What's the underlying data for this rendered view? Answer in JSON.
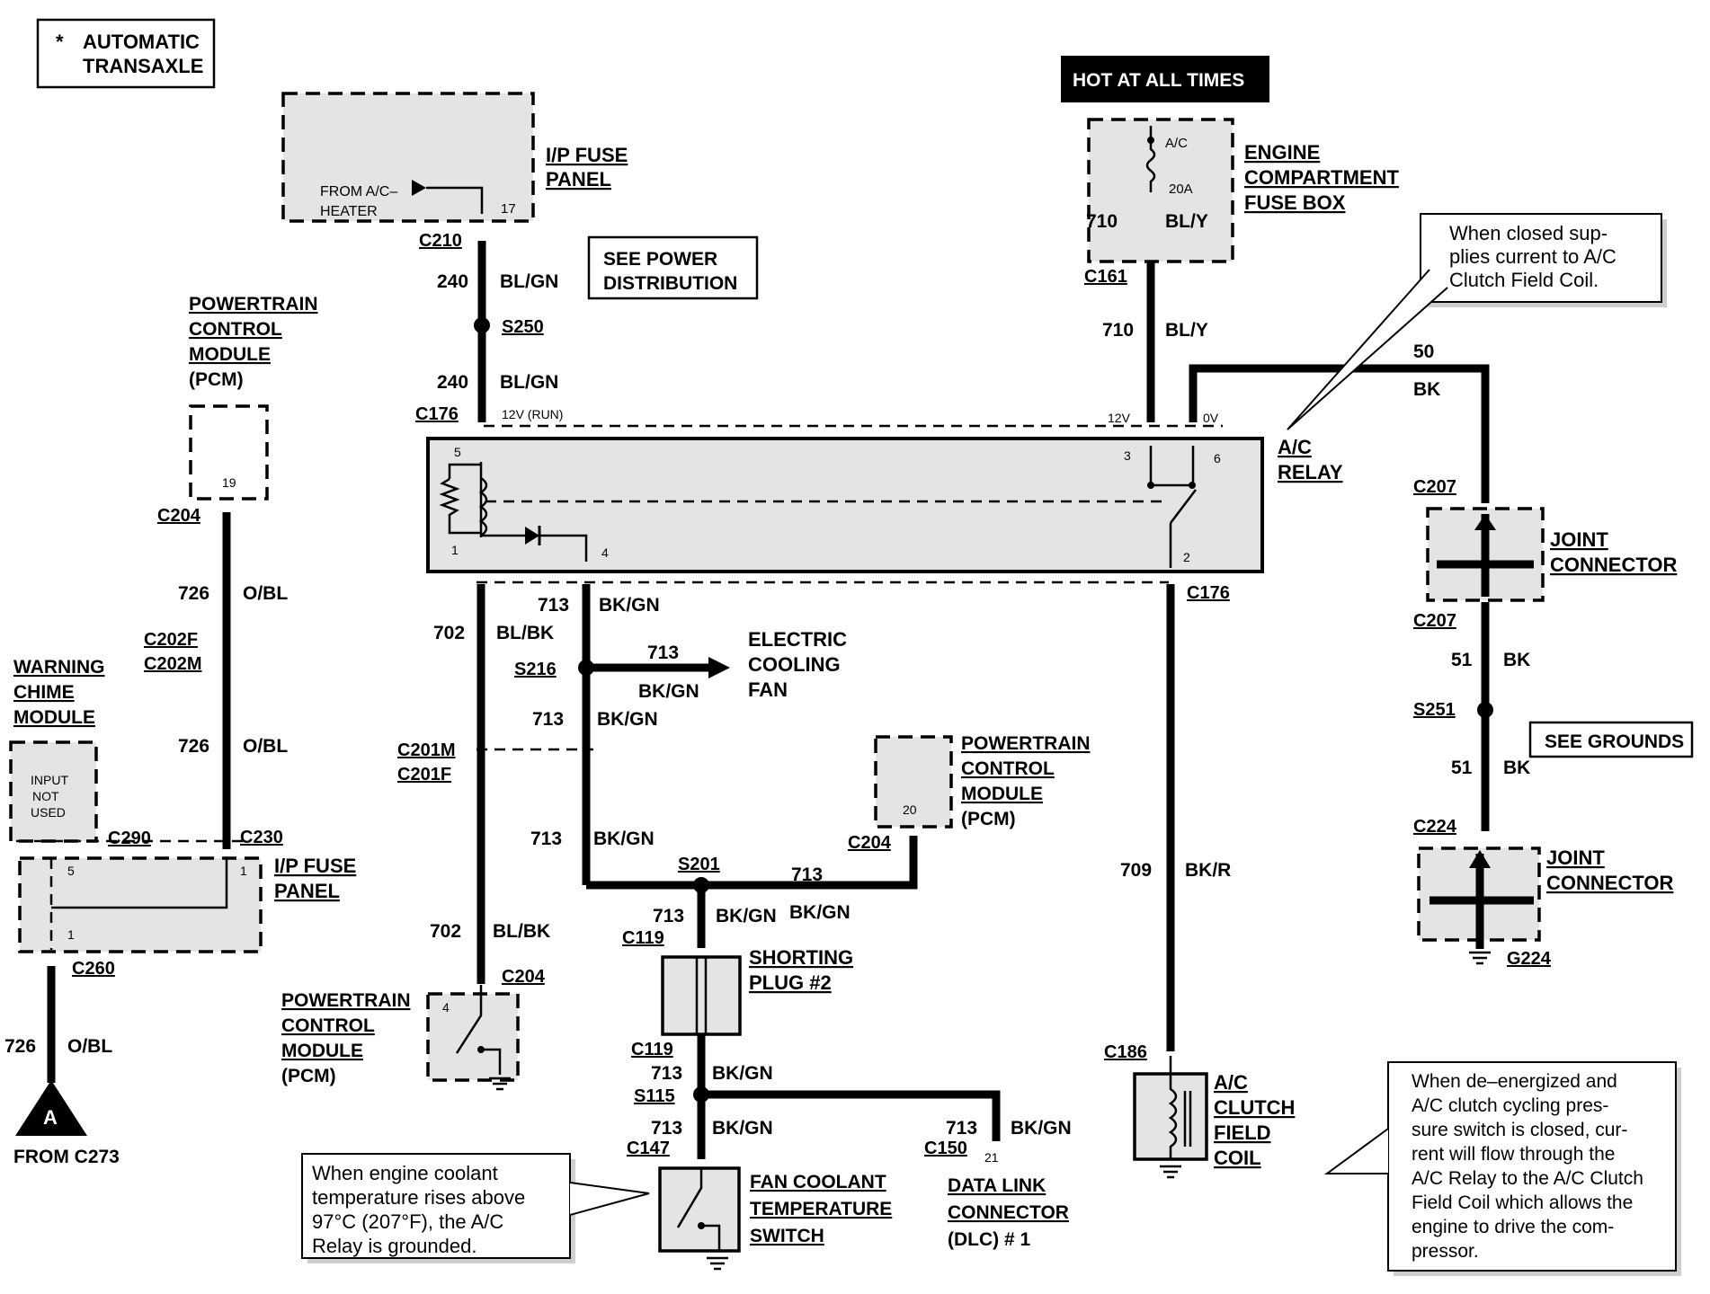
{
  "legend": {
    "star": "*",
    "line1": "AUTOMATIC",
    "line2": "TRANSAXLE"
  },
  "banner": {
    "hot": "HOT AT ALL TIMES"
  },
  "see_power": {
    "line1": "SEE POWER",
    "line2": "DISTRIBUTION"
  },
  "see_grounds": "SEE GROUNDS",
  "ip_fuse_top": {
    "line1": "I/P FUSE",
    "line2": "PANEL",
    "from1": "FROM A/C–",
    "from2": "HEATER",
    "pin": "17"
  },
  "engine_fuse": {
    "line1": "ENGINE",
    "line2": "COMPARTMENT",
    "line3": "FUSE BOX",
    "fuse": "A/C",
    "amps": "20A"
  },
  "pcm_top": {
    "line1": "POWERTRAIN",
    "line2": "CONTROL",
    "line3": "MODULE",
    "line4": "(PCM)",
    "pin": "19"
  },
  "warning": {
    "line1": "WARNING",
    "line2": "CHIME",
    "line3": "MODULE",
    "in1": "INPUT",
    "in2": "NOT",
    "in3": "USED"
  },
  "ip_fuse_left": {
    "line1": "I/P FUSE",
    "line2": "PANEL",
    "pin5": "5",
    "pin1a": "1",
    "pin1b": "1"
  },
  "from": {
    "letter": "A",
    "text": "FROM C273"
  },
  "relay": {
    "line1": "A/C",
    "line2": "RELAY",
    "v12": "12V",
    "v0": "0V",
    "run": "12V (RUN)",
    "p5": "5",
    "p1": "1",
    "p4": "4",
    "p3": "3",
    "p6": "6",
    "p2": "2"
  },
  "ecf": {
    "line1": "ELECTRIC",
    "line2": "COOLING",
    "line3": "FAN"
  },
  "pcm_mid": {
    "line1": "POWERTRAIN",
    "line2": "CONTROL",
    "line3": "MODULE",
    "line4": "(PCM)",
    "pin": "20"
  },
  "pcm_bottom": {
    "line1": "POWERTRAIN",
    "line2": "CONTROL",
    "line3": "MODULE",
    "line4": "(PCM)",
    "pin": "4"
  },
  "shorting": {
    "line1": "SHORTING",
    "line2": "PLUG #2"
  },
  "fcts": {
    "line1": "FAN COOLANT",
    "line2": "TEMPERATURE",
    "line3": "SWITCH"
  },
  "dlc": {
    "line1": "DATA LINK",
    "line2": "CONNECTOR",
    "line3": "(DLC) # 1",
    "pin": "21"
  },
  "clutch": {
    "line1": "A/C",
    "line2": "CLUTCH",
    "line3": "FIELD",
    "line4": "COIL"
  },
  "joint": {
    "line1": "JOINT",
    "line2": "CONNECTOR"
  },
  "notes": {
    "relay_note": [
      "When  closed  sup-",
      "plies current to A/C",
      "Clutch Field Coil."
    ],
    "coolant_note": [
      "When   engine   coolant",
      "temperature rises above",
      "97°C  (207°F),  the  A/C",
      "Relay is grounded."
    ],
    "deenergized_note": [
      "When de–energized and",
      "A/C clutch cycling pres-",
      "sure switch is closed, cur-",
      "rent will flow through the",
      "A/C Relay to the A/C Clutch",
      "Field Coil which allows the",
      "engine to drive the com-",
      "pressor."
    ]
  },
  "connectors": {
    "c210": "C210",
    "c176a": "C176",
    "c176b": "C176",
    "c161": "C161",
    "c204a": "C204",
    "c204b": "C204",
    "c204c": "C204",
    "c202f": "C202F",
    "c202m": "C202M",
    "c290": "C290",
    "c230": "C230",
    "c260": "C260",
    "c201m": "C201M",
    "c201f": "C201F",
    "c119a": "C119",
    "c119b": "C119",
    "c147": "C147",
    "c150": "C150",
    "c186": "C186",
    "c207a": "C207",
    "c207b": "C207",
    "c224": "C224",
    "g224": "G224"
  },
  "splices": {
    "s250": "S250",
    "s216": "S216",
    "s201": "S201",
    "s115": "S115",
    "s251": "S251"
  },
  "wires": {
    "w240a": "240",
    "c240a": "BL/GN",
    "w240b": "240",
    "c240b": "BL/GN",
    "w710a": "710",
    "c710a": "BL/Y",
    "w710b": "710",
    "c710b": "BL/Y",
    "w50": "50",
    "c50": "BK",
    "w726a": "726",
    "c726a": "O/BL",
    "w726b": "726",
    "c726b": "O/BL",
    "w726c": "726",
    "c726c": "O/BL",
    "w702a": "702",
    "c702a": "BL/BK",
    "w702b": "702",
    "c702b": "BL/BK",
    "w713a": "713",
    "c713a": "BK/GN",
    "w713b": "713",
    "c713b": "BK/GN",
    "w713c": "713",
    "c713c": "BK/GN",
    "w713d": "713",
    "c713d": "BK/GN",
    "w713e": "713",
    "c713e": "BK/GN",
    "w713f": "713",
    "c713f": "BK/GN",
    "w713g": "713",
    "c713g": "BK/GN",
    "w713h": "713",
    "c713h": "BK/GN",
    "w713i": "713",
    "c713i": "BK/GN",
    "w709": "709",
    "c709": "BK/R",
    "w51a": "51",
    "c51a": "BK",
    "w51b": "51",
    "c51b": "BK"
  }
}
